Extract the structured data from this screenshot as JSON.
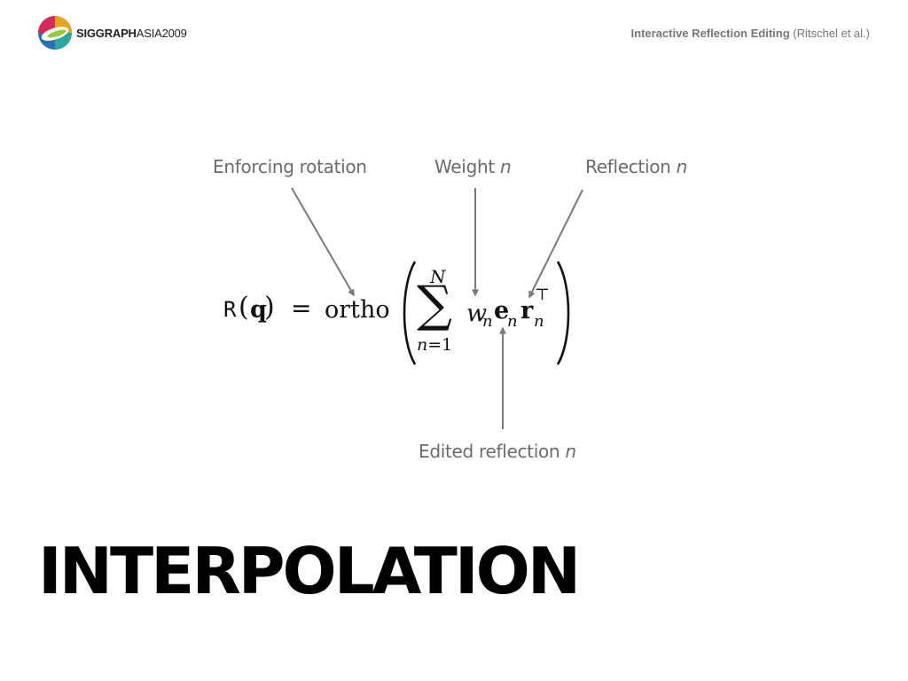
{
  "header": {
    "logo_brand": "SIGGRAPH",
    "logo_suffix": "ASIA2009",
    "talk_title": "Interactive Reflection Editing",
    "talk_authors": "(Ritschel et al.)"
  },
  "annotations": {
    "enforcing_rotation": "Enforcing rotation",
    "weight_label": "Weight",
    "weight_var": "n",
    "reflection_label": "Reflection",
    "reflection_var": "n",
    "edited_label": "Edited reflection",
    "edited_var": "n"
  },
  "formula": {
    "func": "R",
    "open_paren": "(",
    "arg": "q",
    "close_paren": ")",
    "equals": "=",
    "operator": "ortho",
    "sum_symbol": "∑",
    "sum_upper": "N",
    "sum_lower_var": "n",
    "sum_lower_rest": "=1",
    "weight": "w",
    "weight_sub": "n",
    "edited": "e",
    "edited_sub": "n",
    "reflection": "r",
    "reflection_sub": "n",
    "transpose": "⊤"
  },
  "slide_title": "INTERPOLATION",
  "colors": {
    "annotation_text": "#6b6b6b",
    "arrow": "#7a7a7a",
    "header_text": "#777777",
    "title": "#000000"
  }
}
